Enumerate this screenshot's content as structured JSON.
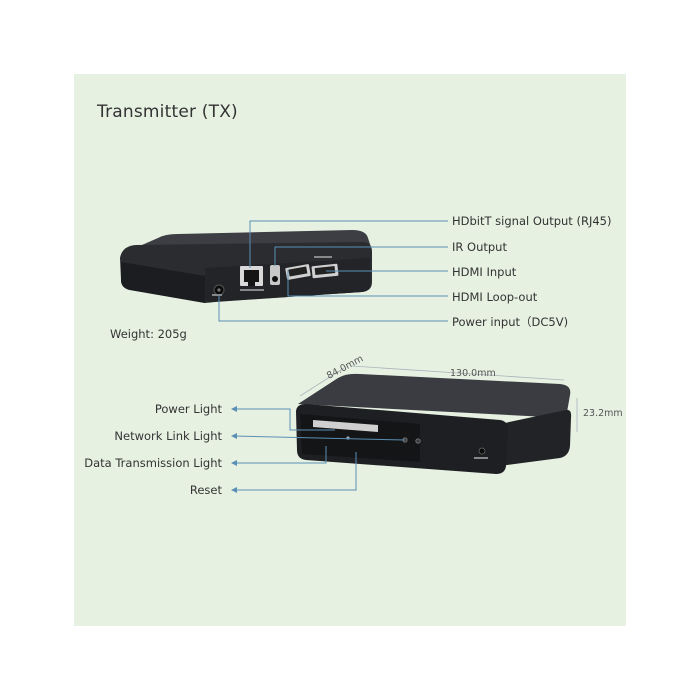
{
  "title": "Transmitter (TX)",
  "weight": "Weight: 205g",
  "rear_callouts": [
    "HDbitT signal Output (RJ45)",
    "IR Output",
    "HDMI Input",
    "HDMI Loop-out",
    "Power input（DC5V)"
  ],
  "front_callouts": [
    "Power Light",
    "Network Link Light",
    "Data Transmission Light",
    "Reset"
  ],
  "dimensions": {
    "depth": "84.0mm",
    "width": "130.0mm",
    "height": "23.2mm"
  },
  "colors": {
    "background": "#e6f1e2",
    "line": "#5a8fb4",
    "device": "#2b2d31"
  }
}
